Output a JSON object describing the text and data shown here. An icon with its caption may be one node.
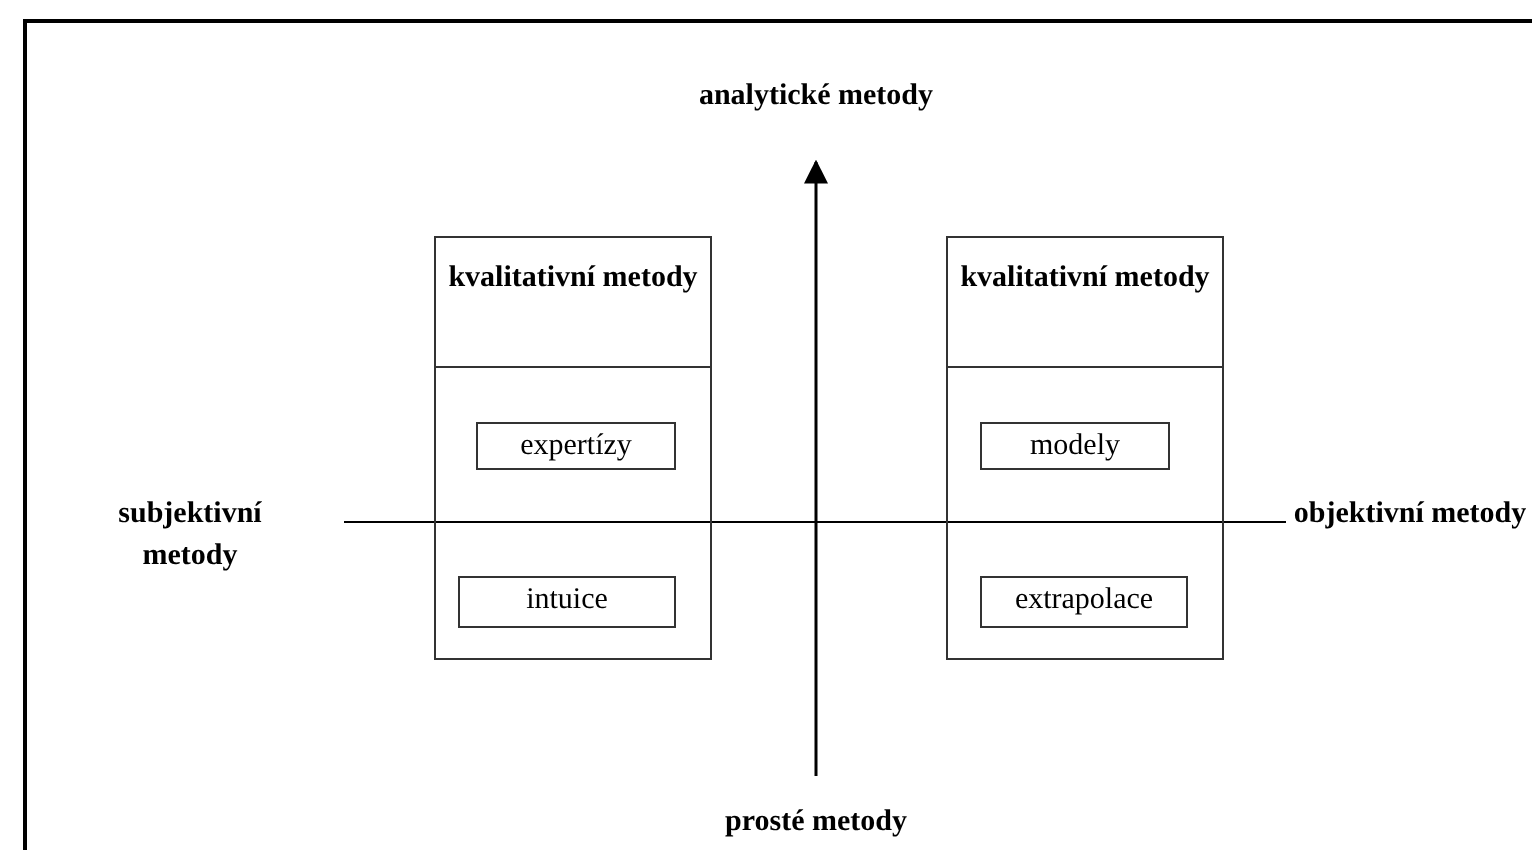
{
  "diagram": {
    "nodes": [
      {
        "text": [
          "kvalitativní metody"
        ]
      },
      {
        "text": [
          "expertízy"
        ],
        "in": 0
      },
      {
        "text": [
          "intuice"
        ],
        "in": 0
      },
      {
        "text": [
          "kvalitativní metody"
        ]
      },
      {
        "text": [
          "modely"
        ],
        "in": 3
      },
      {
        "text": [
          "extrapolace"
        ],
        "in": 3
      }
    ],
    "labels": [
      "analytické metody",
      "subjektivní metody",
      "objektivní metody",
      "prosté metody"
    ]
  }
}
